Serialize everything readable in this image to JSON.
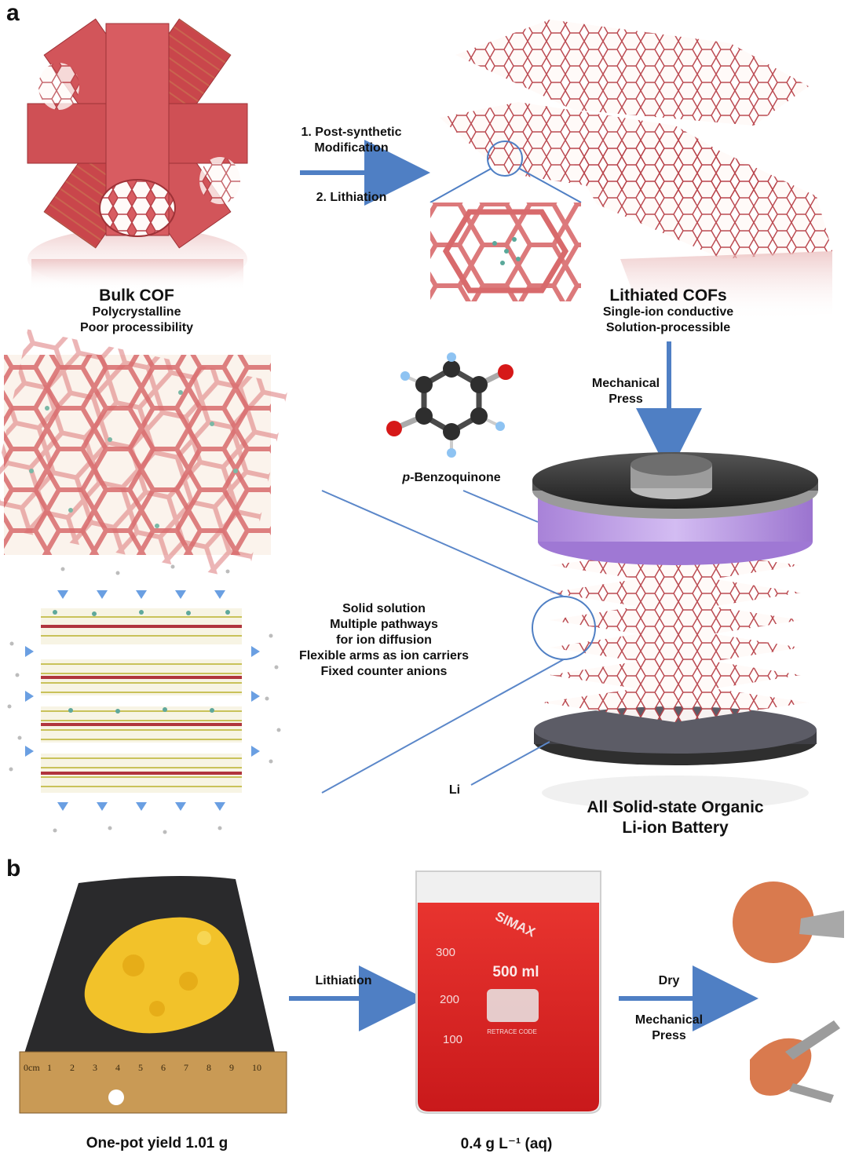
{
  "figure": {
    "panel_a": {
      "letter": "a"
    },
    "panel_b": {
      "letter": "b"
    },
    "bulk_cof": {
      "title": "Bulk COF",
      "line1": "Polycrystalline",
      "line2": "Poor processibility"
    },
    "synthesis_steps": {
      "step1_line1": "1. Post-synthetic",
      "step1_line2": "Modification",
      "step2": "2. Lithiation"
    },
    "lithiated_cofs": {
      "title": "Lithiated COFs",
      "line1": "Single-ion conductive",
      "line2": "Solution-processible"
    },
    "mechanical_press_top": {
      "line1": "Mechanical",
      "line2": "Press"
    },
    "benzoquinone": {
      "prefix": "p",
      "name": "-Benzoquinone"
    },
    "solid_solution": {
      "line1": "Solid solution",
      "line2": "Multiple pathways",
      "line3": "for ion diffusion",
      "line4": "Flexible arms as ion carriers",
      "line5": "Fixed counter anions"
    },
    "li_label": "Li",
    "battery": {
      "line1": "All Solid-state Organic",
      "line2": "Li-ion Battery"
    },
    "panel_b_labels": {
      "lithiation": "Lithiation",
      "dry": "Dry",
      "mech_line1": "Mechanical",
      "mech_line2": "Press",
      "yield": "One-pot yield 1.01 g",
      "concentration": "0.4 g L⁻¹ (aq)"
    },
    "beaker": {
      "brand": "SIMAX",
      "volume": "500 ml",
      "mark_300": "300",
      "mark_200": "200",
      "mark_100": "100",
      "retrace": "RETRACE CODE"
    },
    "ruler": {
      "unit": "0cm",
      "ticks": [
        "1",
        "2",
        "3",
        "4",
        "5",
        "6",
        "7",
        "8",
        "9",
        "10"
      ]
    },
    "colors": {
      "cof_red": "#d25a5c",
      "arrow_blue": "#4f7fc4",
      "powder_yellow": "#f2c22a",
      "solution_red": "#d41c1e",
      "disk_orange": "#d97a4e",
      "press_purple": "#c2a3e6"
    }
  }
}
